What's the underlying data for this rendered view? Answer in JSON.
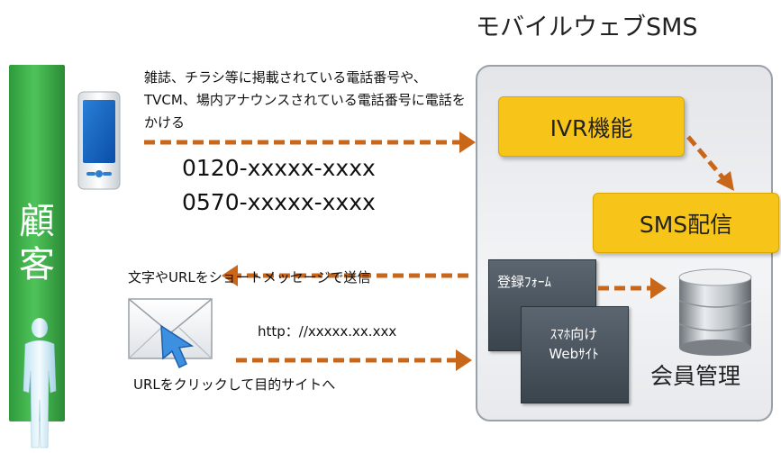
{
  "customer": {
    "label": "顧\n客"
  },
  "service": {
    "title": "モバイルウェブSMS",
    "ivr_label": "IVR機能",
    "sms_label": "SMS配信",
    "form_label": "登録ﾌｫｰﾑ",
    "web_label": "ｽﾏﾎ向け\nWebｻｲﾄ",
    "member_label": "会員管理"
  },
  "flow": {
    "call_text": "雑誌、チラシ等に掲載されている電話番号や、TVCM、場内アナウンスされている電話番号に電話をかける",
    "number1": "0120-xxxxx-xxxx",
    "number2": "0570-xxxxx-xxxx",
    "sms_text": "文字やURLをショートメッセージで送信",
    "url_text": "http：//xxxxx.xx.xxx",
    "click_text": "URLをクリックして目的サイトへ"
  },
  "colors": {
    "customer_green": "#3aaf45",
    "box_yellow": "#f7c519",
    "arrow_orange": "#c8661a",
    "panel_gray": "#eceef0"
  },
  "icons": [
    "smartphone-icon",
    "mail-icon",
    "cursor-icon",
    "person-icon",
    "database-icon"
  ]
}
